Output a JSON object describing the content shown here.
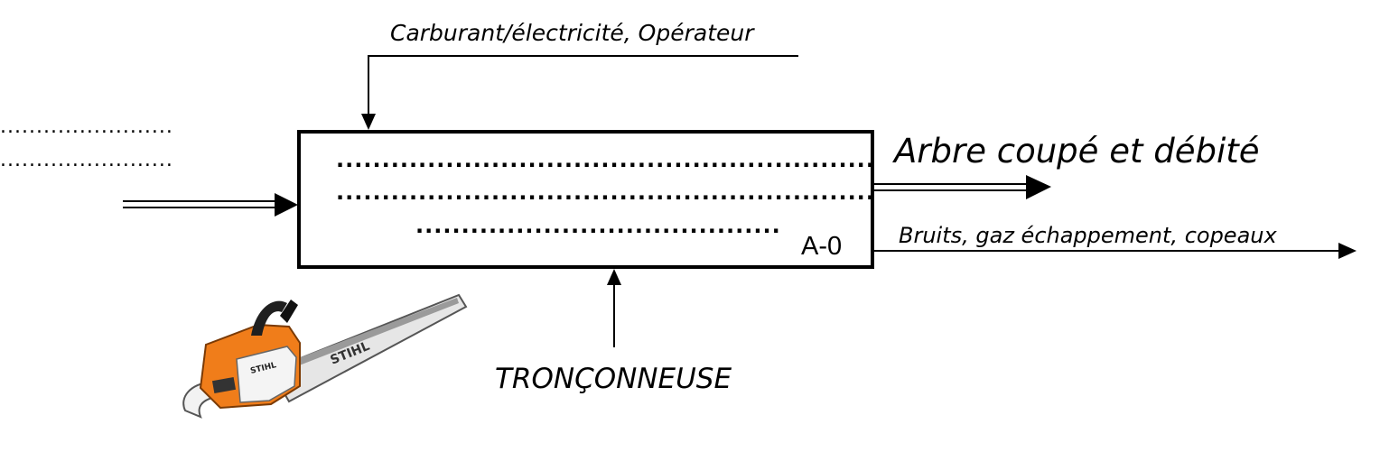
{
  "control": {
    "label": "Carburant/électricité, Opérateur"
  },
  "input": {
    "dots_1": "........................",
    "dots_2": "........................"
  },
  "function": {
    "dots_1": "...........................................................",
    "dots_2": "...........................................................",
    "dots_3": "........................................"
  },
  "box": {
    "code": "A-0"
  },
  "outputs": {
    "main_label": "Arbre coupé et débité",
    "side_label": "Bruits, gaz échappement, copeaux"
  },
  "mechanism": {
    "label": "TRONÇONNEUSE"
  },
  "illustration": {
    "brand": "STIHL",
    "colors": {
      "body": "#f07d1a",
      "bar": "#e6e6e6",
      "handle": "#202020"
    }
  }
}
